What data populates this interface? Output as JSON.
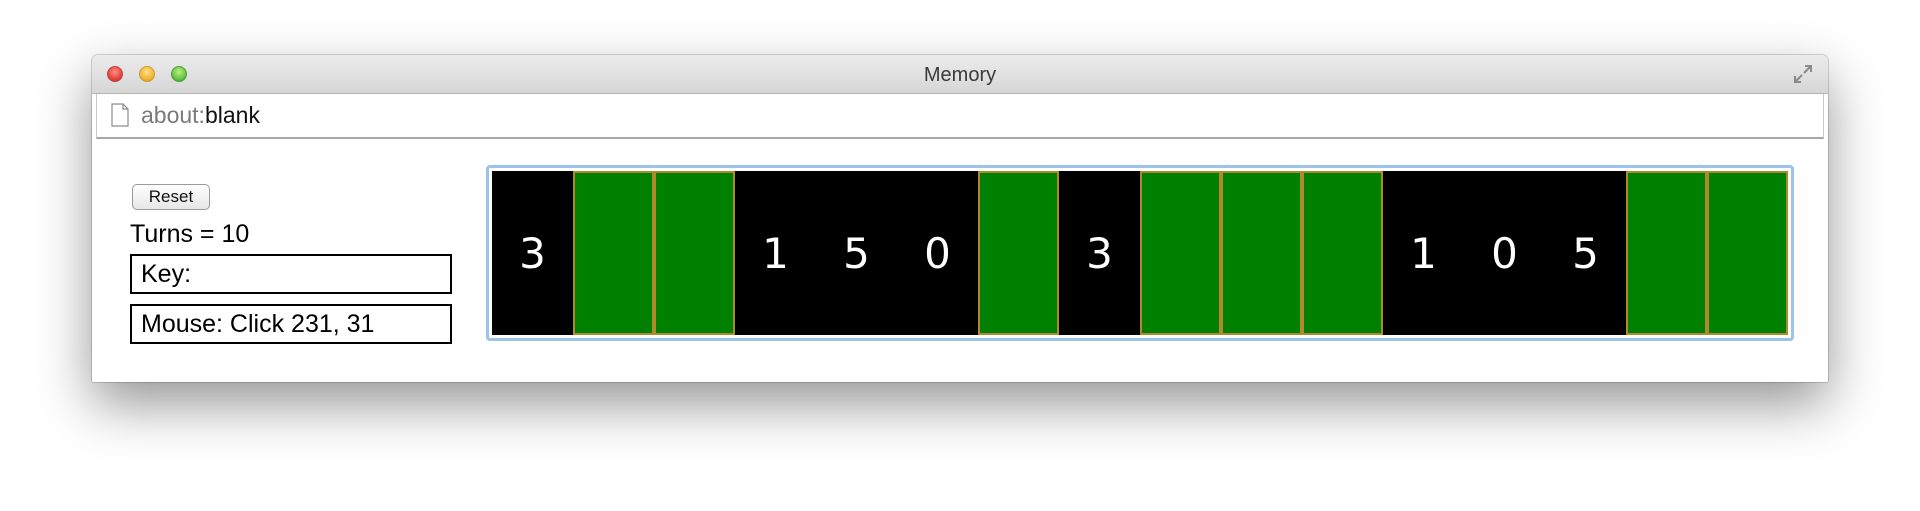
{
  "window": {
    "title": "Memory"
  },
  "address": {
    "scheme": "about:",
    "rest": "blank"
  },
  "controls": {
    "reset_label": "Reset",
    "turns_text": "Turns = 10",
    "key_text": "Key:",
    "mouse_text": "Mouse: Click 231, 31"
  },
  "board": {
    "card_color": "#008000",
    "card_border_color": "#b08a2a",
    "background": "#000000",
    "cards": [
      {
        "value": "3",
        "exposed": true
      },
      {
        "value": "",
        "exposed": false
      },
      {
        "value": "",
        "exposed": false
      },
      {
        "value": "1",
        "exposed": true
      },
      {
        "value": "5",
        "exposed": true
      },
      {
        "value": "0",
        "exposed": true
      },
      {
        "value": "",
        "exposed": false
      },
      {
        "value": "3",
        "exposed": true
      },
      {
        "value": "",
        "exposed": false
      },
      {
        "value": "",
        "exposed": false
      },
      {
        "value": "",
        "exposed": false
      },
      {
        "value": "1",
        "exposed": true
      },
      {
        "value": "0",
        "exposed": true
      },
      {
        "value": "5",
        "exposed": true
      },
      {
        "value": "",
        "exposed": false
      },
      {
        "value": "",
        "exposed": false
      }
    ]
  }
}
